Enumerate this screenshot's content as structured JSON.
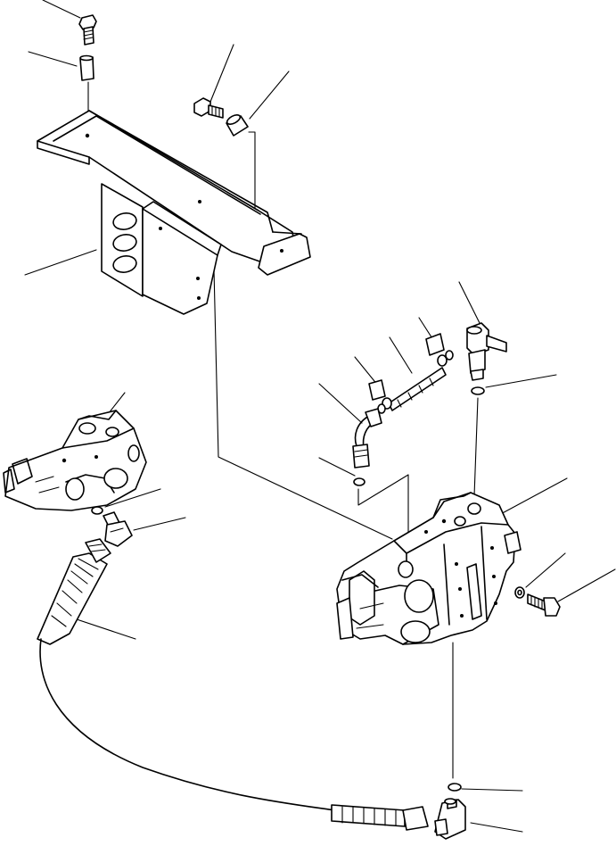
{
  "diagram": {
    "type": "exploded parts drawing",
    "colors": {
      "line": "#000000",
      "background": "#ffffff"
    },
    "parts": [
      "bolt-top",
      "spacer-top",
      "mounting-bracket",
      "bolt-bracket",
      "spacer-bracket",
      "control-valve",
      "hose",
      "elbow-fitting-left",
      "o-ring-left",
      "pilot-valve",
      "tube",
      "clamp-1",
      "clamp-2",
      "elbow-tube",
      "o-ring-tube",
      "tee-fitting",
      "o-ring-tee",
      "washer",
      "bolt-valve",
      "o-ring-bottom",
      "fitting-bottom",
      "hose-end"
    ]
  }
}
